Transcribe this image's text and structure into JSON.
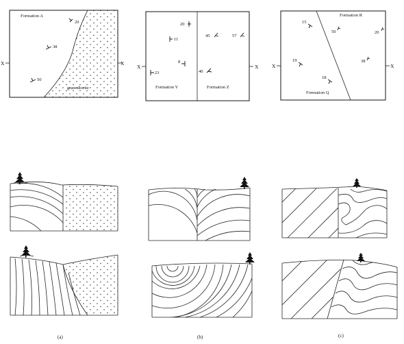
{
  "x_marker": "X",
  "maps": {
    "a": {
      "formation_label": "Formation A",
      "intrusion_label": "granodiorite",
      "dips": [
        "20",
        "38",
        "50"
      ]
    },
    "b": {
      "formation_left": "Formation Y",
      "formation_right": "Formation Z",
      "dips_left": [
        "20",
        "11",
        "8",
        "23"
      ],
      "dips_right": [
        "45",
        "57",
        "40"
      ]
    },
    "c": {
      "formation_top": "Formation R",
      "formation_bottom": "Formation Q",
      "dips": [
        "15",
        "50",
        "20",
        "19",
        "38",
        "18"
      ]
    }
  },
  "captions": [
    "(a)",
    "(b)",
    "(c)"
  ]
}
